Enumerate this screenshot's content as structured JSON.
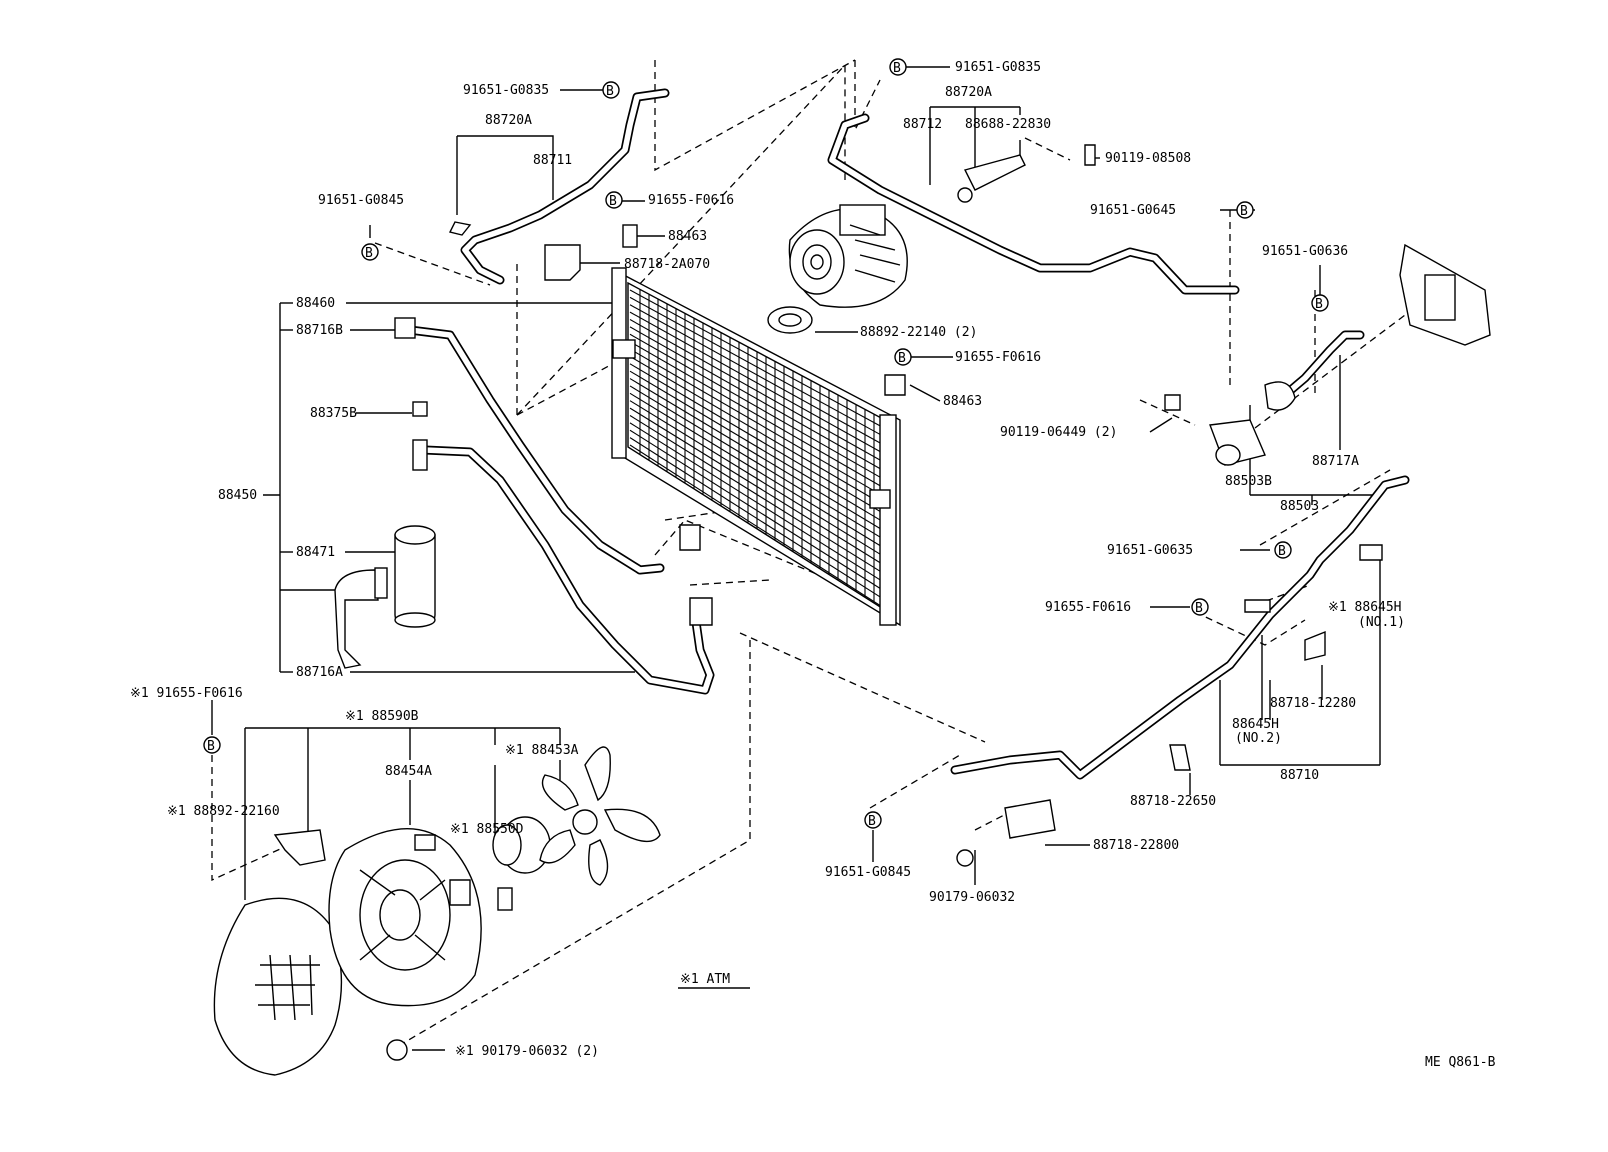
{
  "diagram": {
    "labels": [
      {
        "id": "p-91651-G0835-a",
        "text": "91651-G0835"
      },
      {
        "id": "p-88720A-a",
        "text": "88720A"
      },
      {
        "id": "p-88711",
        "text": "88711"
      },
      {
        "id": "p-91651-G0845-a",
        "text": "91651-G0845"
      },
      {
        "id": "p-91655-F0616-a",
        "text": "91655-F0616"
      },
      {
        "id": "p-88463-a",
        "text": "88463"
      },
      {
        "id": "p-88718-2A070",
        "text": "88718-2A070"
      },
      {
        "id": "p-88460",
        "text": "88460"
      },
      {
        "id": "p-88716B",
        "text": "88716B"
      },
      {
        "id": "p-88375B",
        "text": "88375B"
      },
      {
        "id": "p-88450",
        "text": "88450"
      },
      {
        "id": "p-88471",
        "text": "88471"
      },
      {
        "id": "p-88716A",
        "text": "88716A"
      },
      {
        "id": "p-91651-G0835-b",
        "text": "91651-G0835"
      },
      {
        "id": "p-88720A-b",
        "text": "88720A"
      },
      {
        "id": "p-88712",
        "text": "88712"
      },
      {
        "id": "p-88688-22830",
        "text": "88688-22830"
      },
      {
        "id": "p-90119-08508",
        "text": "90119-08508"
      },
      {
        "id": "p-91651-G0645",
        "text": "91651-G0645"
      },
      {
        "id": "p-91651-G0636",
        "text": "91651-G0636"
      },
      {
        "id": "p-88892-22140",
        "text": "88892-22140 (2)"
      },
      {
        "id": "p-91655-F0616-b",
        "text": "91655-F0616"
      },
      {
        "id": "p-88463-b",
        "text": "88463"
      },
      {
        "id": "p-90119-06449",
        "text": "90119-06449 (2)"
      },
      {
        "id": "p-88503B",
        "text": "88503B"
      },
      {
        "id": "p-88717A",
        "text": "88717A"
      },
      {
        "id": "p-88503",
        "text": "88503"
      },
      {
        "id": "p-91651-G0635",
        "text": "91651-G0635"
      },
      {
        "id": "p-91655-F0616-c",
        "text": "91655-F0616"
      },
      {
        "id": "p-88645H-1",
        "text": "※1 88645H"
      },
      {
        "id": "p-88645H-1-no",
        "text": "(NO.1)"
      },
      {
        "id": "p-88718-12280",
        "text": "88718-12280"
      },
      {
        "id": "p-88645H-2",
        "text": "88645H"
      },
      {
        "id": "p-88645H-2-no",
        "text": "(NO.2)"
      },
      {
        "id": "p-88710",
        "text": "88710"
      },
      {
        "id": "p-88718-22650",
        "text": "88718-22650"
      },
      {
        "id": "p-88718-22800",
        "text": "88718-22800"
      },
      {
        "id": "p-91651-G0845-b",
        "text": "91651-G0845"
      },
      {
        "id": "p-90179-06032-a",
        "text": "90179-06032"
      },
      {
        "id": "p-91655-F0616-d",
        "text": "※1 91655-F0616"
      },
      {
        "id": "p-88590B",
        "text": "※1 88590B"
      },
      {
        "id": "p-88454A",
        "text": "88454A"
      },
      {
        "id": "p-88453A",
        "text": "※1 88453A"
      },
      {
        "id": "p-88892-22160",
        "text": "※1 88892-22160"
      },
      {
        "id": "p-88550D",
        "text": "※1 88550D"
      },
      {
        "id": "p-90179-06032-b",
        "text": "※1 90179-06032 (2)"
      },
      {
        "id": "note-atm",
        "text": "※1 ATM"
      },
      {
        "id": "ref-code",
        "text": "ME Q861-B"
      }
    ],
    "bolt_marker": "B"
  }
}
